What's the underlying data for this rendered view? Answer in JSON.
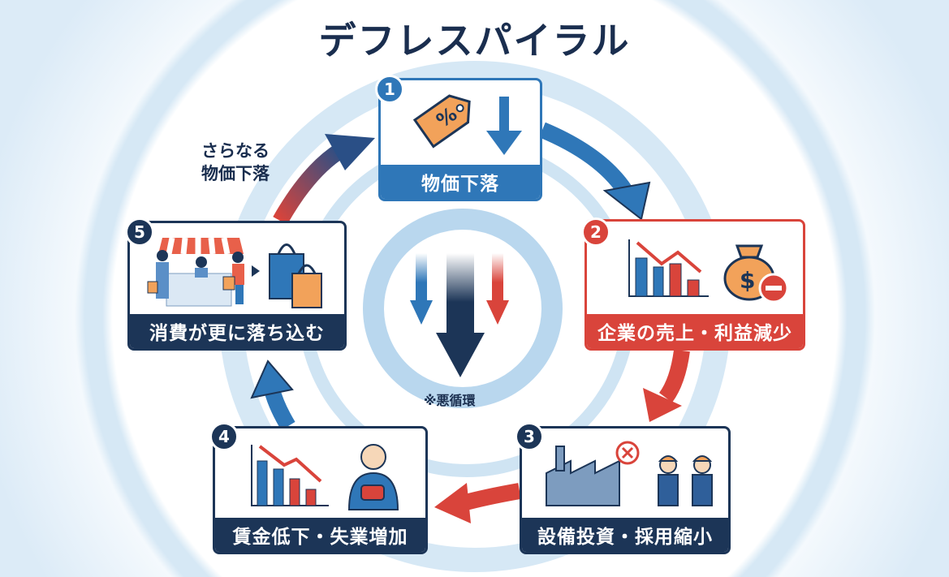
{
  "title": "デフレスパイラル",
  "colors": {
    "blue": "#2f77b8",
    "red": "#d9443b",
    "navy": "#1c3557",
    "orange": "#f2a25a"
  },
  "steps": [
    {
      "number": "1",
      "label": "物価下落"
    },
    {
      "number": "2",
      "label": "企業の売上・利益減少"
    },
    {
      "number": "3",
      "label": "設備投資・採用縮小"
    },
    {
      "number": "4",
      "label": "賃金低下・失業増加"
    },
    {
      "number": "5",
      "label": "消費が更に落ち込む"
    }
  ],
  "annotation": {
    "line1": "さらなる",
    "line2": "物価下落"
  },
  "center_note": "※悪循環",
  "icons": {
    "tag_percent": "%",
    "money": "$"
  }
}
